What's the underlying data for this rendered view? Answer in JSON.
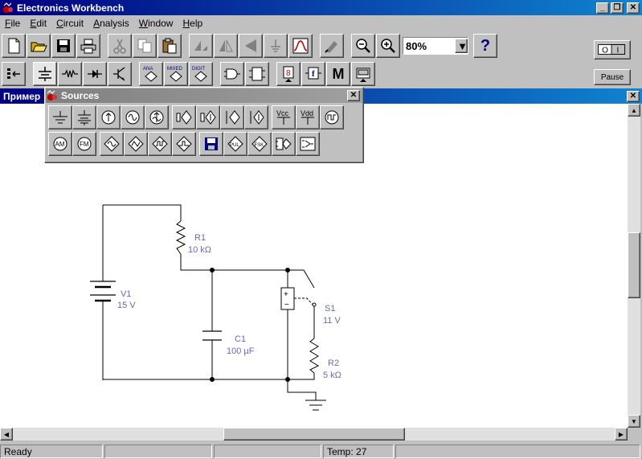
{
  "app": {
    "title": "Electronics Workbench",
    "window_buttons": {
      "minimize": "_",
      "restore": "❐",
      "close": "✕"
    }
  },
  "menu": [
    {
      "label": "File",
      "key": "F",
      "rest": "ile"
    },
    {
      "label": "Edit",
      "key": "E",
      "rest": "dit"
    },
    {
      "label": "Circuit",
      "key": "C",
      "rest": "ircuit"
    },
    {
      "label": "Analysis",
      "key": "A",
      "rest": "nalysis"
    },
    {
      "label": "Window",
      "key": "W",
      "rest": "indow"
    },
    {
      "label": "Help",
      "key": "H",
      "rest": "elp"
    }
  ],
  "toolbar": {
    "zoom_value": "80%",
    "pause_label": "Pause",
    "help_glyph": "?",
    "power_labels": {
      "off": "O",
      "on": "I"
    },
    "part_bins": {
      "analog": "ANA",
      "mixed": "MIXED",
      "digital": "DIGIT",
      "misc": "M"
    }
  },
  "sources_palette": {
    "title": "Sources",
    "labels": {
      "vcc": "Vcc",
      "vdd": "Vdd",
      "am": "AM",
      "fm": "FM",
      "pul": "PUL",
      "fsk": "FSK"
    }
  },
  "circuit_window": {
    "title": "Пример"
  },
  "circuit": {
    "V1": {
      "name": "V1",
      "value": "15 V"
    },
    "R1": {
      "name": "R1",
      "value": "10 kΩ"
    },
    "C1": {
      "name": "C1",
      "value": "100 µF"
    },
    "S1": {
      "name": "S1",
      "value": "11 V"
    },
    "R2": {
      "name": "R2",
      "value": "5 kΩ"
    }
  },
  "status": {
    "message": "Ready",
    "temp_label": "Temp:",
    "temp_value": "27"
  }
}
